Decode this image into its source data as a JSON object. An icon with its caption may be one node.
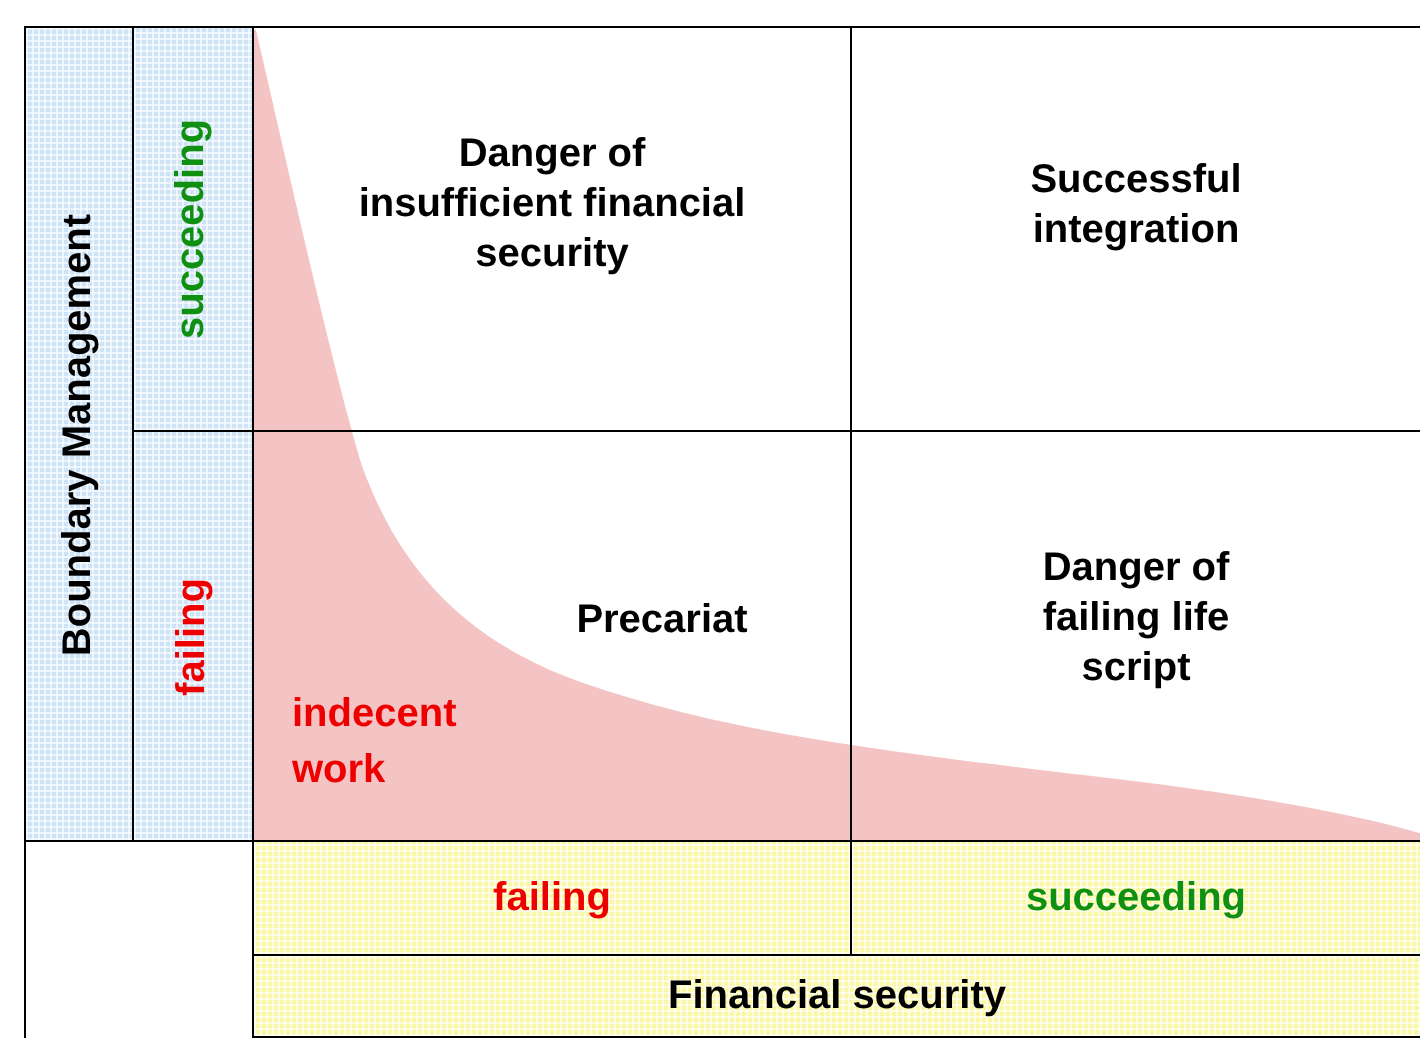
{
  "diagram": {
    "nodes": [
      {
        "text": [
          "Boundary Management"
        ]
      },
      {
        "text": [
          "succeeding"
        ]
      },
      {
        "text": [
          "failing"
        ]
      },
      {
        "text": [
          "Danger of insufficient financial security"
        ]
      },
      {
        "text": [
          "Successful integration"
        ]
      },
      {
        "text": [
          "Precariat"
        ]
      },
      {
        "text": [
          "Danger of failing life script"
        ]
      },
      {
        "text": [
          "failing"
        ]
      },
      {
        "text": [
          "succeeding"
        ]
      },
      {
        "text": [
          "Financial security"
        ]
      }
    ],
    "labels": [
      "indecent work"
    ]
  }
}
